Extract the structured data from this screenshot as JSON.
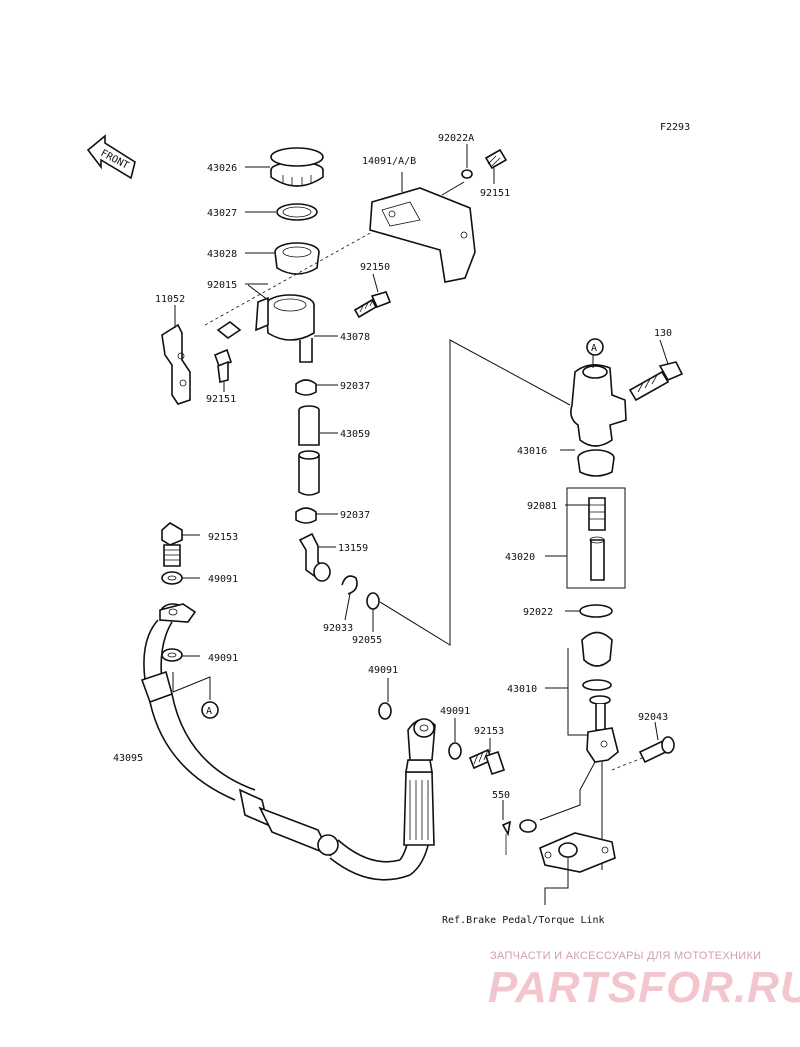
{
  "diagram_code": "F2293",
  "front_label": "FRONT",
  "parts": {
    "p43026": "43026",
    "p43027": "43027",
    "p43028": "43028",
    "p92015": "92015",
    "p11052": "11052",
    "p92151_left": "92151",
    "p92022A": "92022A",
    "p14091": "14091/A/B",
    "p92151_top": "92151",
    "p92150": "92150",
    "p43078": "43078",
    "p92037_top": "92037",
    "p43059": "43059",
    "p92037_bottom": "92037",
    "p13159": "13159",
    "p92033": "92033",
    "p92055": "92055",
    "p130": "130",
    "p43016": "43016",
    "p92081": "92081",
    "p43020": "43020",
    "p92022": "92022",
    "p43010": "43010",
    "p92043": "92043",
    "p92153_left": "92153",
    "p49091_a": "49091",
    "p49091_b": "49091",
    "p43095": "43095",
    "p49091_c": "49091",
    "p49091_d": "49091",
    "p92153_right": "92153",
    "p550": "550"
  },
  "marker_a": "A",
  "ref_text": "Ref.Brake Pedal/Torque Link",
  "watermark": {
    "tagline": "ЗАПЧАСТИ И АКСЕССУАРЫ ДЛЯ МОТОТЕХНИКИ",
    "logo": "PARTSFOR.RU"
  }
}
